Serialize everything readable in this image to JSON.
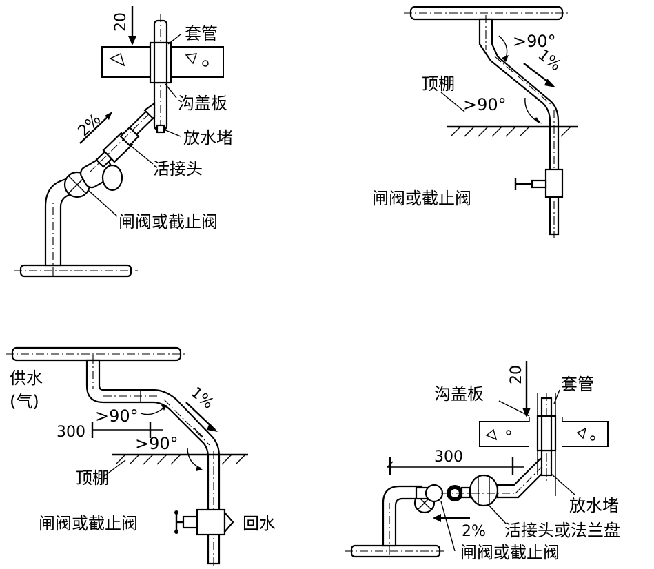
{
  "labels": {
    "tl_sleeve": "套管",
    "tl_trench_cover": "沟盖板",
    "tl_drain_plug": "放水堵",
    "tl_union": "活接头",
    "tl_valve": "闸阀或截止阀",
    "tl_dim_20": "20",
    "tl_slope": "2%",
    "tr_angle_top": ">90°",
    "tr_slope": "1%",
    "tr_ceiling": "顶棚",
    "tr_angle_bottom": ">90°",
    "tr_valve": "闸阀或截止阀",
    "bl_supply_line1": "供水",
    "bl_supply_line2": "(气)",
    "bl_dim_300": "300",
    "bl_angle_top": ">90°",
    "bl_slope": "1%",
    "bl_angle_bottom": ">90°",
    "bl_ceiling": "顶棚",
    "bl_valve": "闸阀或截止阀",
    "bl_return": "回水",
    "br_trench_cover": "沟盖板",
    "br_dim_20": "20",
    "br_sleeve": "套管",
    "br_dim_300": "300",
    "br_drain_plug": "放水堵",
    "br_union_or_flange": "活接头或法兰盘",
    "br_slope": "2%",
    "br_valve": "闸阀或截止阀"
  }
}
